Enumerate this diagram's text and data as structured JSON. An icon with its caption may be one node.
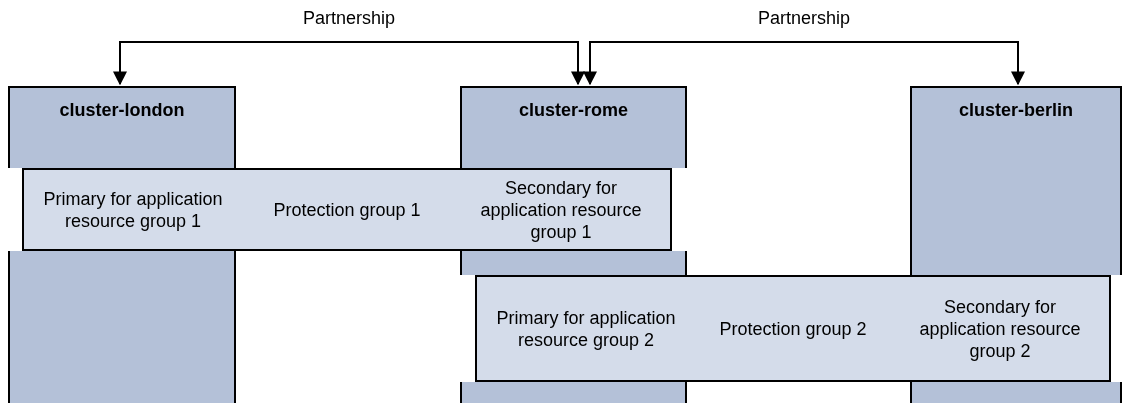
{
  "diagram": {
    "nodes": [
      {
        "text": [
          "cluster-london"
        ]
      },
      {
        "text": [
          "cluster-rome"
        ]
      },
      {
        "text": [
          "cluster-berlin"
        ]
      },
      {
        "text": [
          "Primary for application resource group 1",
          "Protection group 1",
          "Secondary for application resource group 1"
        ]
      },
      {
        "text": [
          "Primary for application resource group 2",
          "Protection group 2",
          "Secondary for application resource group 2"
        ]
      }
    ],
    "edges": [
      {
        "from": 0,
        "to": 1,
        "arrow": "both",
        "label": "Partnership"
      },
      {
        "from": 1,
        "to": 2,
        "arrow": "both",
        "label": "Partnership"
      }
    ]
  }
}
